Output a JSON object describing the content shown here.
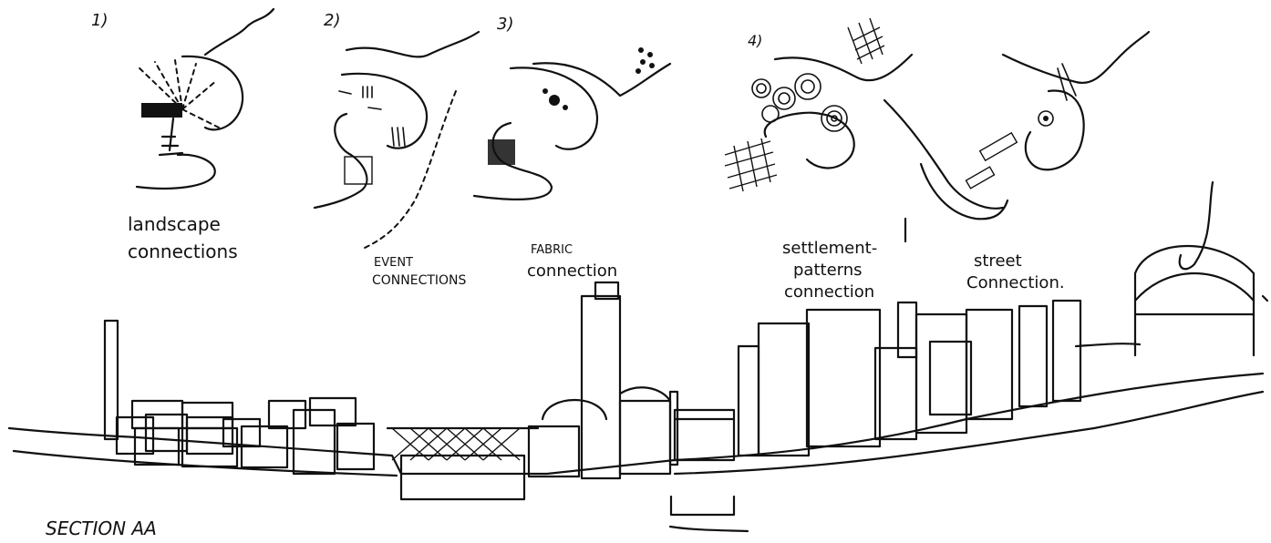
{
  "diagrams": [
    {
      "number": "1)",
      "caption_line1": "landscape",
      "caption_line2": "connections"
    },
    {
      "number": "2)",
      "caption_line1": "EVENT",
      "caption_line2": "CONNECTIONS"
    },
    {
      "number": "3)",
      "caption_line1": "FABRIC",
      "caption_line2": "connection"
    },
    {
      "number": "4)",
      "caption_line1": "settlement-",
      "caption_line2": "patterns",
      "caption_line3": "connection"
    },
    {
      "number": "",
      "caption_line1": "street",
      "caption_line2": "Connection."
    }
  ],
  "section_label": "SECTION AA"
}
